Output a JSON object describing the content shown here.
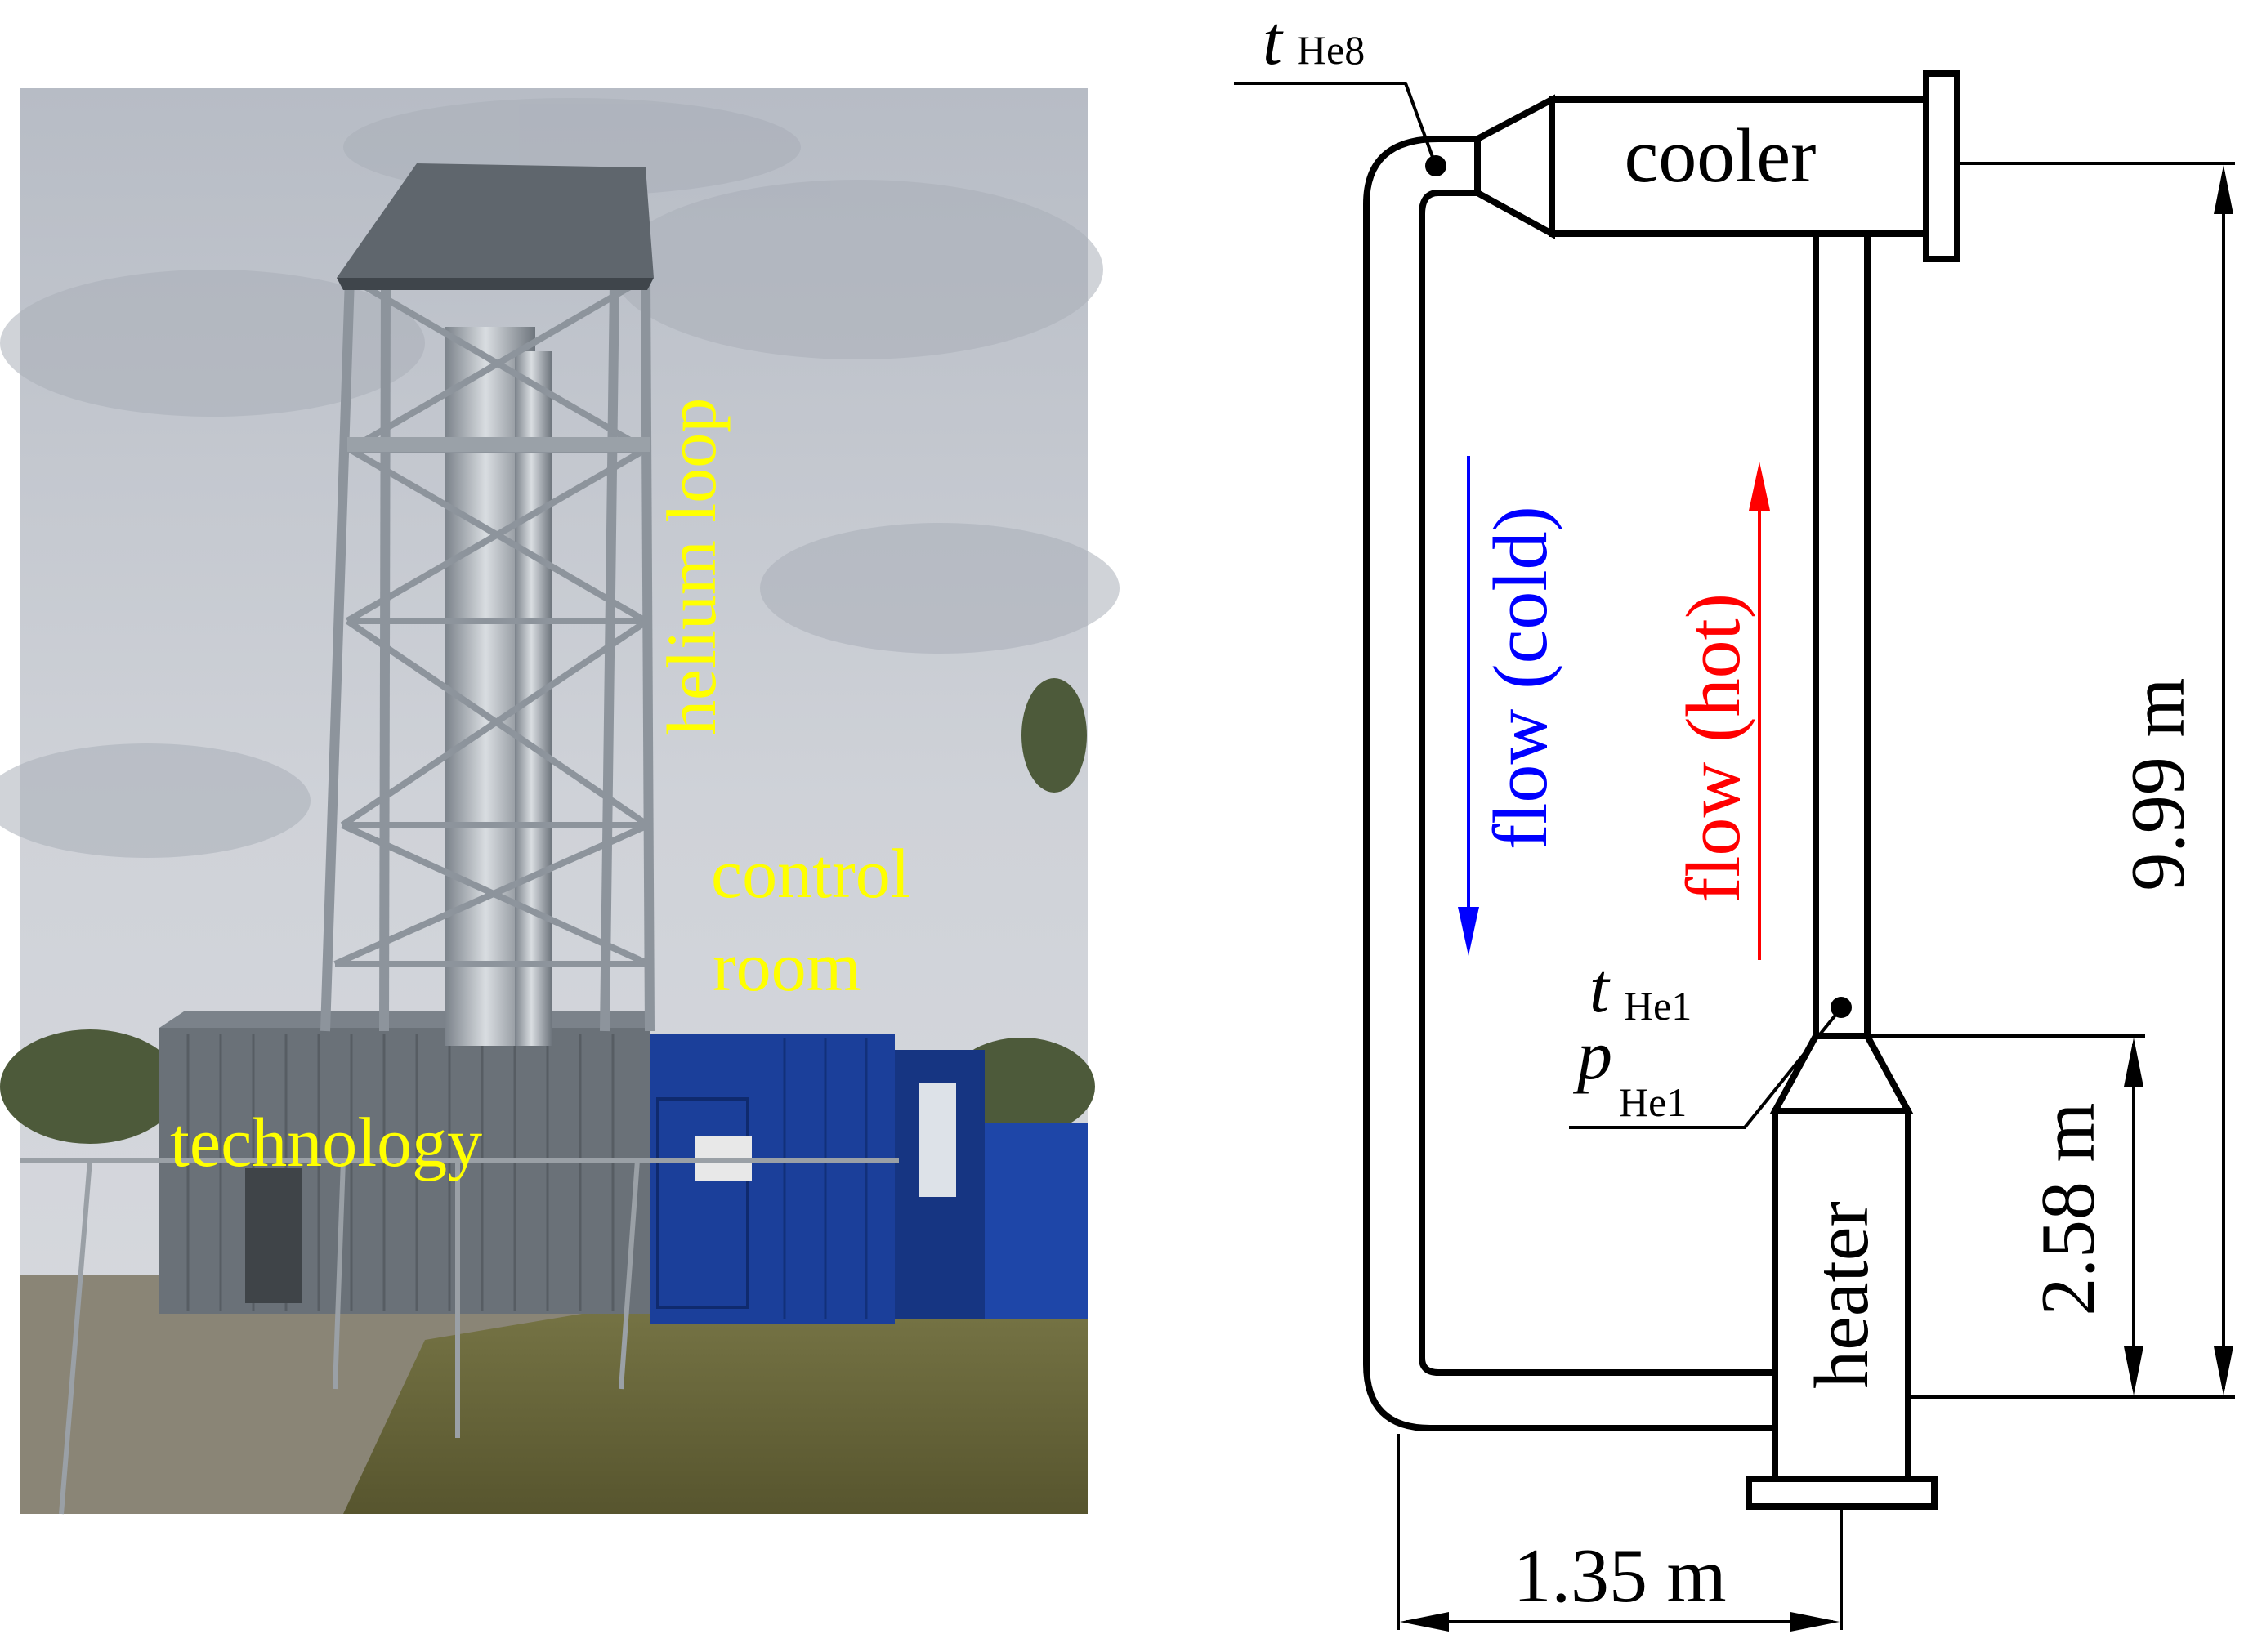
{
  "photo": {
    "labels": {
      "helium_loop": "helium loop",
      "control_room_line1": "control",
      "control_room_line2": "room",
      "technology": "technology"
    },
    "colors": {
      "sky": "#c9ccd2",
      "label": "#ffff00",
      "container": "#1b3f9a",
      "tower": "#8d949c",
      "grass": "#6b6d3a"
    }
  },
  "diagram": {
    "component_labels": {
      "cooler": "cooler",
      "heater": "heater"
    },
    "sensors": {
      "t_he8": {
        "symbol": "t",
        "subscript": "He8"
      },
      "t_he1": {
        "symbol": "t",
        "subscript": "He1"
      },
      "p_he1": {
        "symbol": "p",
        "subscript": "He1"
      }
    },
    "flow": {
      "cold": {
        "word": "flow",
        "qualifier": "(cold)",
        "color": "#0000ff"
      },
      "hot": {
        "word": "flow",
        "qualifier": "(hot)",
        "color": "#ff0000"
      }
    },
    "dimensions": {
      "width": "1.35 m",
      "total_height": "9.99 m",
      "heater_height": "2.58 m"
    }
  }
}
